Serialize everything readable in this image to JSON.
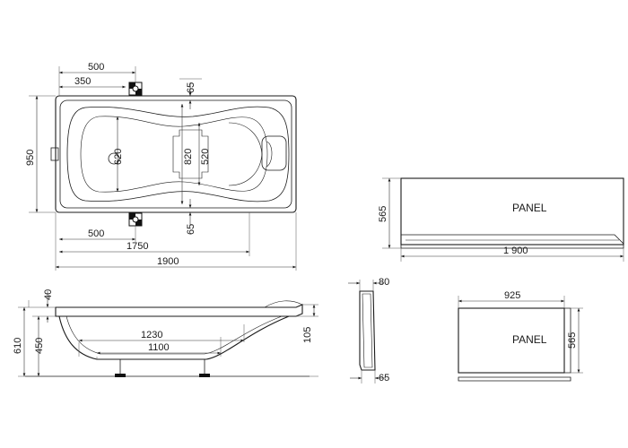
{
  "top_view": {
    "d_500_top": "500",
    "d_350": "350",
    "d_65_top": "65",
    "d_950": "950",
    "d_620": "620",
    "d_820": "820",
    "d_520": "520",
    "d_500_bottom": "500",
    "d_65_bottom": "65",
    "d_1750": "1750",
    "d_1900": "1900"
  },
  "panel_front": {
    "label": "PANEL",
    "d_565": "565",
    "d_1900": "1 900"
  },
  "side_view": {
    "d_40": "40",
    "d_450": "450",
    "d_610": "610",
    "d_1230": "1230",
    "d_1100": "1100",
    "d_105": "105"
  },
  "panel_section": {
    "d_80": "80",
    "d_65": "65"
  },
  "panel_end": {
    "label": "PANEL",
    "d_925": "925",
    "d_565": "565"
  }
}
